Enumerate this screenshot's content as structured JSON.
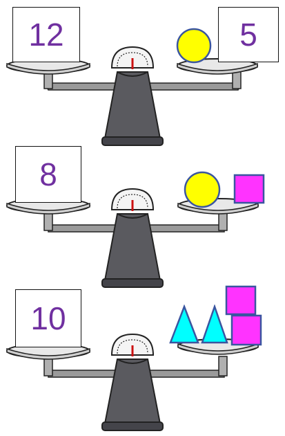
{
  "colors": {
    "number_text": "#7030a0",
    "circle_fill": "#ffff00",
    "square_fill": "#ff33ff",
    "triangle_fill": "#00ffff",
    "shape_stroke": "#3a55a0",
    "scale_body": "#5a5a5f",
    "scale_pan": "#e8e8e8",
    "needle": "#cc1111"
  },
  "scales": [
    {
      "left_number": "12",
      "right_number": "5",
      "right_shapes": [
        "yellow-circle"
      ]
    },
    {
      "left_number": "8",
      "right_shapes": [
        "yellow-circle",
        "magenta-square"
      ]
    },
    {
      "left_number": "10",
      "right_shapes": [
        "cyan-triangle",
        "cyan-triangle",
        "magenta-square",
        "magenta-square"
      ]
    }
  ]
}
